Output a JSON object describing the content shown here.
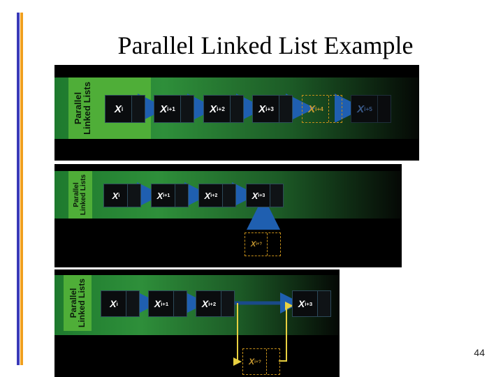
{
  "title": "Parallel Linked List Example",
  "page_number": "44",
  "side_label": "Parallel\nLinked Lists",
  "panel1": {
    "nodes": [
      {
        "base": "X",
        "sub": "i"
      },
      {
        "base": "X",
        "sub": "i+1"
      },
      {
        "base": "X",
        "sub": "i+2"
      },
      {
        "base": "X",
        "sub": "i+3"
      },
      {
        "base": "X",
        "sub": "i+4"
      },
      {
        "base": "X",
        "sub": "i+5"
      }
    ]
  },
  "panel2": {
    "nodes": [
      {
        "base": "X",
        "sub": "i"
      },
      {
        "base": "X",
        "sub": "i+1"
      },
      {
        "base": "X",
        "sub": "i+2"
      },
      {
        "base": "X",
        "sub": "i+3"
      }
    ],
    "new_node": {
      "base": "X",
      "sub": "i+?"
    }
  },
  "panel3": {
    "nodes": [
      {
        "base": "X",
        "sub": "i"
      },
      {
        "base": "X",
        "sub": "i+1"
      },
      {
        "base": "X",
        "sub": "i+2"
      },
      {
        "base": "X",
        "sub": "i+3"
      }
    ],
    "new_node": {
      "base": "X",
      "sub": "i+?"
    }
  },
  "colors": {
    "arrow_blue": "#1f5fb0",
    "link_yellow": "#e8d040",
    "side_green": "#4fae38"
  }
}
